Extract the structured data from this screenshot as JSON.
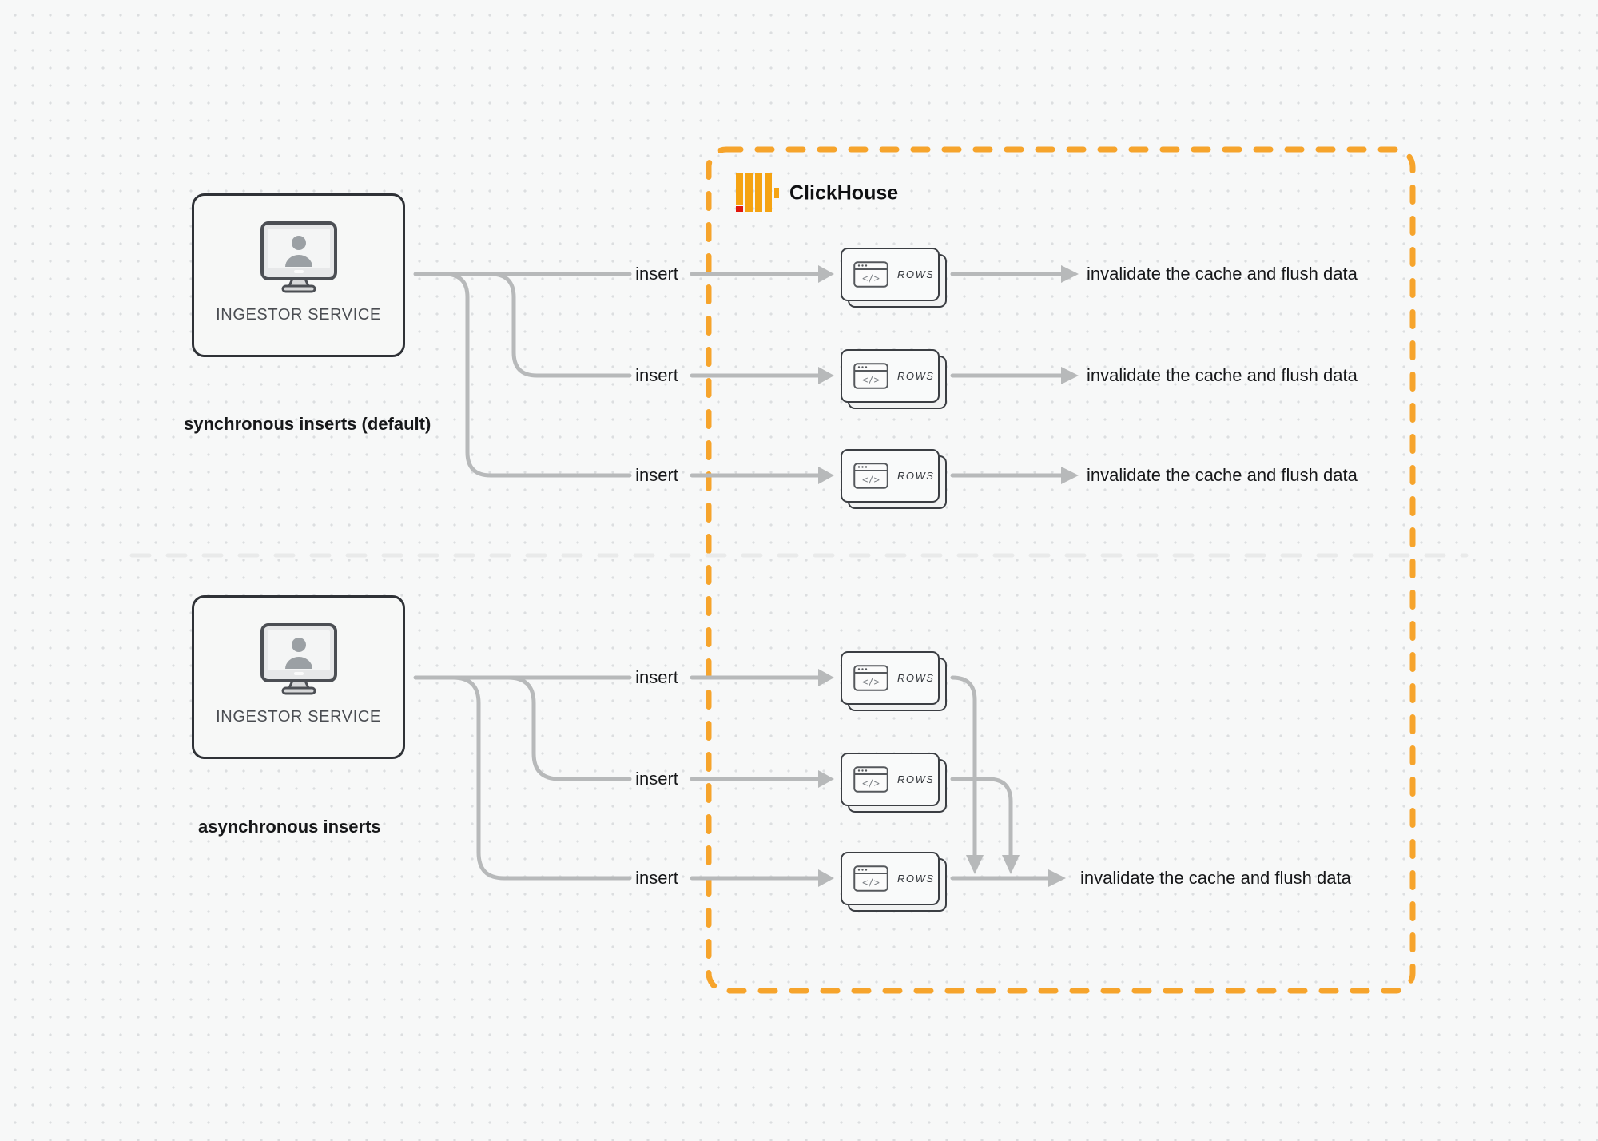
{
  "canvas": {
    "background": "#f7f8f8",
    "dot_color": "#dcdee0"
  },
  "colors": {
    "accent_orange": "#F6A42C",
    "logo_red": "#E2170D",
    "arrow_gray": "#b7b9ba",
    "box_border": "#2f3237",
    "card_border": "#3b3e43",
    "text_dark": "#17181a",
    "service_text": "#4a4d52",
    "divider": "#e9eaea"
  },
  "icons": {
    "code_glyph": "</>"
  },
  "clickhouse": {
    "label": "ClickHouse"
  },
  "sync": {
    "caption": "synchronous inserts (default)",
    "service_label": "INGESTOR SERVICE",
    "rows": [
      {
        "insert_label": "insert",
        "card_label": "ROWS",
        "result_label": "invalidate the cache and flush data"
      },
      {
        "insert_label": "insert",
        "card_label": "ROWS",
        "result_label": "invalidate the cache and flush data"
      },
      {
        "insert_label": "insert",
        "card_label": "ROWS",
        "result_label": "invalidate the cache and flush data"
      }
    ]
  },
  "async": {
    "caption": "asynchronous inserts",
    "service_label": "INGESTOR SERVICE",
    "rows": [
      {
        "insert_label": "insert",
        "card_label": "ROWS"
      },
      {
        "insert_label": "insert",
        "card_label": "ROWS"
      },
      {
        "insert_label": "insert",
        "card_label": "ROWS"
      }
    ],
    "result_label": "invalidate the cache and flush data"
  }
}
